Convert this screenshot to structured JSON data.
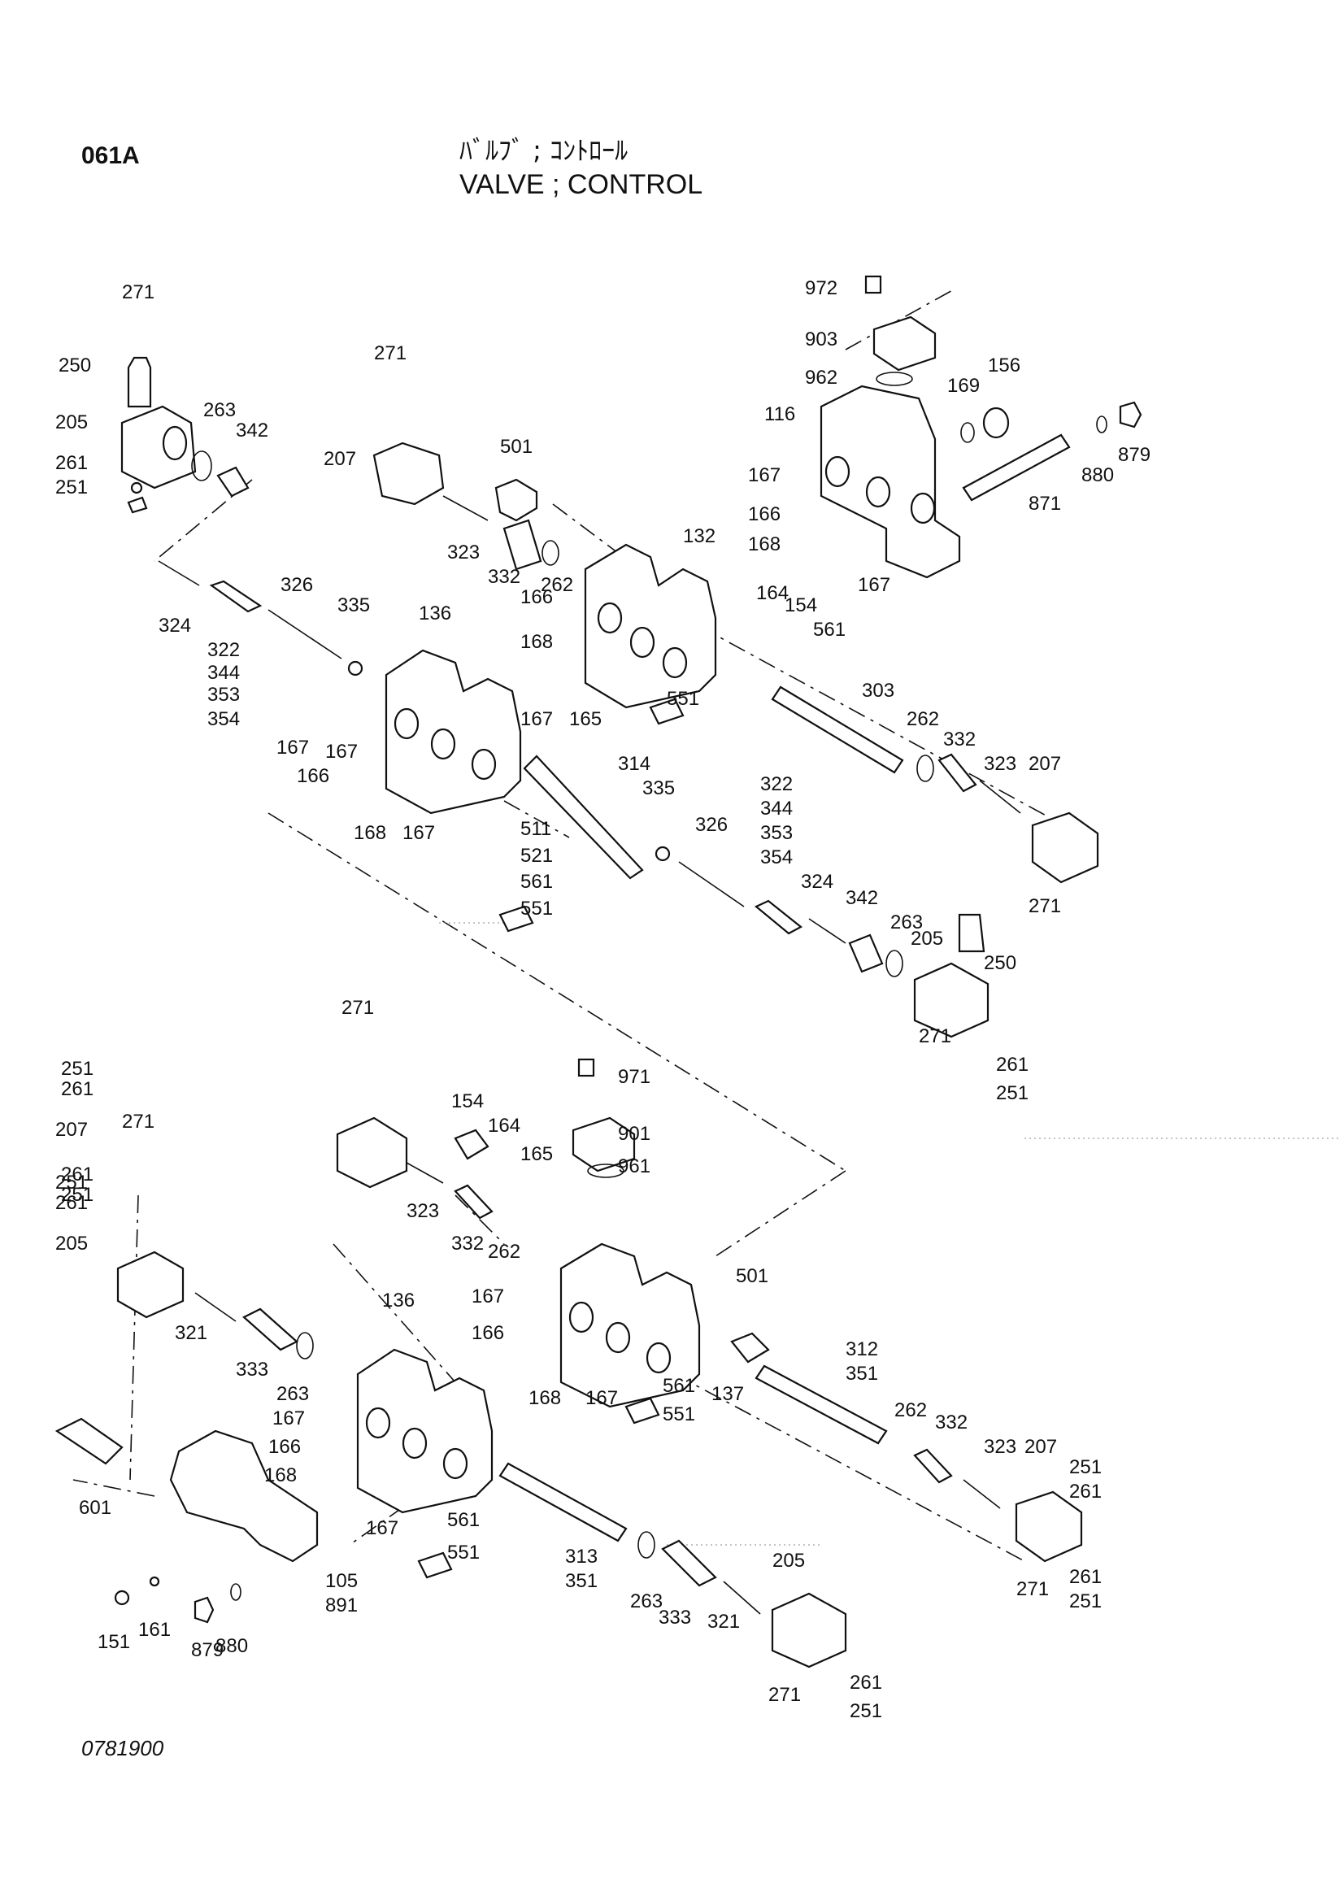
{
  "header": {
    "code": "061A",
    "title_jp": "ﾊﾞﾙﾌﾞ ; ｺﾝﾄﾛｰﾙ",
    "title_en": "VALVE ; CONTROL"
  },
  "footer": {
    "drawing_no": "0781900"
  },
  "callouts": [
    "271",
    "250",
    "205",
    "263",
    "342",
    "261",
    "251",
    "271",
    "207",
    "501",
    "323",
    "332",
    "262",
    "132",
    "972",
    "903",
    "962",
    "156",
    "169",
    "116",
    "879",
    "880",
    "871",
    "167",
    "166",
    "168",
    "167",
    "324",
    "322",
    "344",
    "353",
    "354",
    "326",
    "335",
    "136",
    "167",
    "166",
    "168",
    "167",
    "165",
    "164",
    "154",
    "561",
    "551",
    "303",
    "167",
    "166",
    "168",
    "167",
    "511",
    "521",
    "561",
    "551",
    "314",
    "335",
    "322",
    "344",
    "353",
    "354",
    "326",
    "324",
    "342",
    "263",
    "205",
    "250",
    "262",
    "332",
    "323",
    "207",
    "271",
    "271",
    "261",
    "251",
    "271",
    "251",
    "261",
    "207",
    "261",
    "251",
    "154",
    "164",
    "165",
    "971",
    "901",
    "961",
    "323",
    "332",
    "262",
    "501",
    "271",
    "251",
    "261",
    "205",
    "167",
    "166",
    "168",
    "167",
    "561",
    "551",
    "137",
    "312",
    "351",
    "262",
    "332",
    "323",
    "207",
    "251",
    "261",
    "261",
    "271",
    "251",
    "321",
    "333",
    "263",
    "136",
    "167",
    "166",
    "168",
    "167",
    "561",
    "551",
    "601",
    "313",
    "351",
    "263",
    "333",
    "321",
    "205",
    "271",
    "261",
    "251",
    "105",
    "891",
    "151",
    "161",
    "879",
    "880"
  ]
}
